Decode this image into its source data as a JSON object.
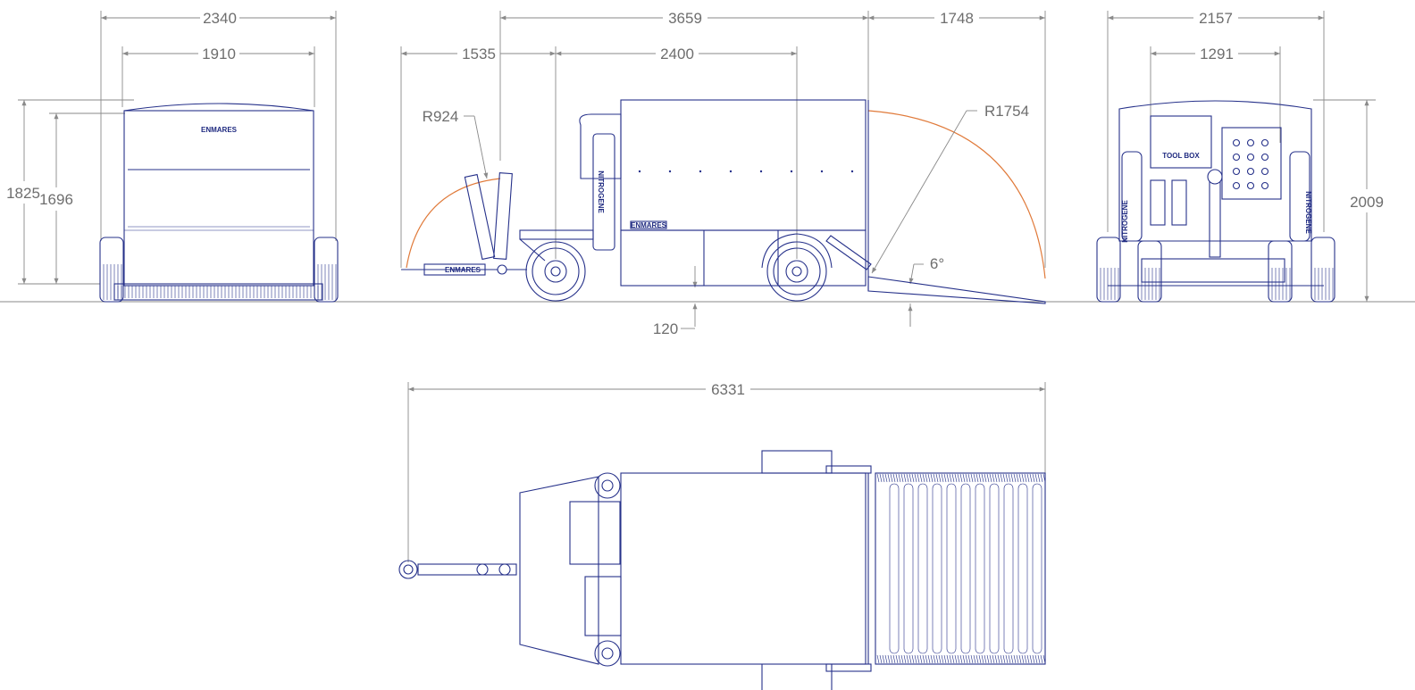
{
  "dimensions": {
    "front_width_outer": "2340",
    "front_width_inner": "1910",
    "front_height_outer": "1825",
    "front_height_inner": "1696",
    "side_total_body": "3659",
    "side_ramp": "1748",
    "side_drawbar": "1535",
    "side_wheelbase": "2400",
    "side_radius_drawbar": "R924",
    "side_radius_ramp": "R1754",
    "side_ramp_angle": "6°",
    "side_ground_clearance": "120",
    "rear_width_outer": "2157",
    "rear_width_inner": "1291",
    "rear_height": "2009",
    "top_total_length": "6331"
  },
  "labels": {
    "brand_front": "ENMARES",
    "brand_side_drawbar": "ENMARES",
    "brand_side_body": "ENMARES",
    "tool_box": "TOOL BOX",
    "side_vertical": "NITROGENE",
    "rear_left_vertical": "NITROGENE",
    "rear_right_vertical": "NITROGENE"
  },
  "colors": {
    "line": "#26318a",
    "dimension": "#8a8a8a",
    "arc": "#e07a3a"
  }
}
